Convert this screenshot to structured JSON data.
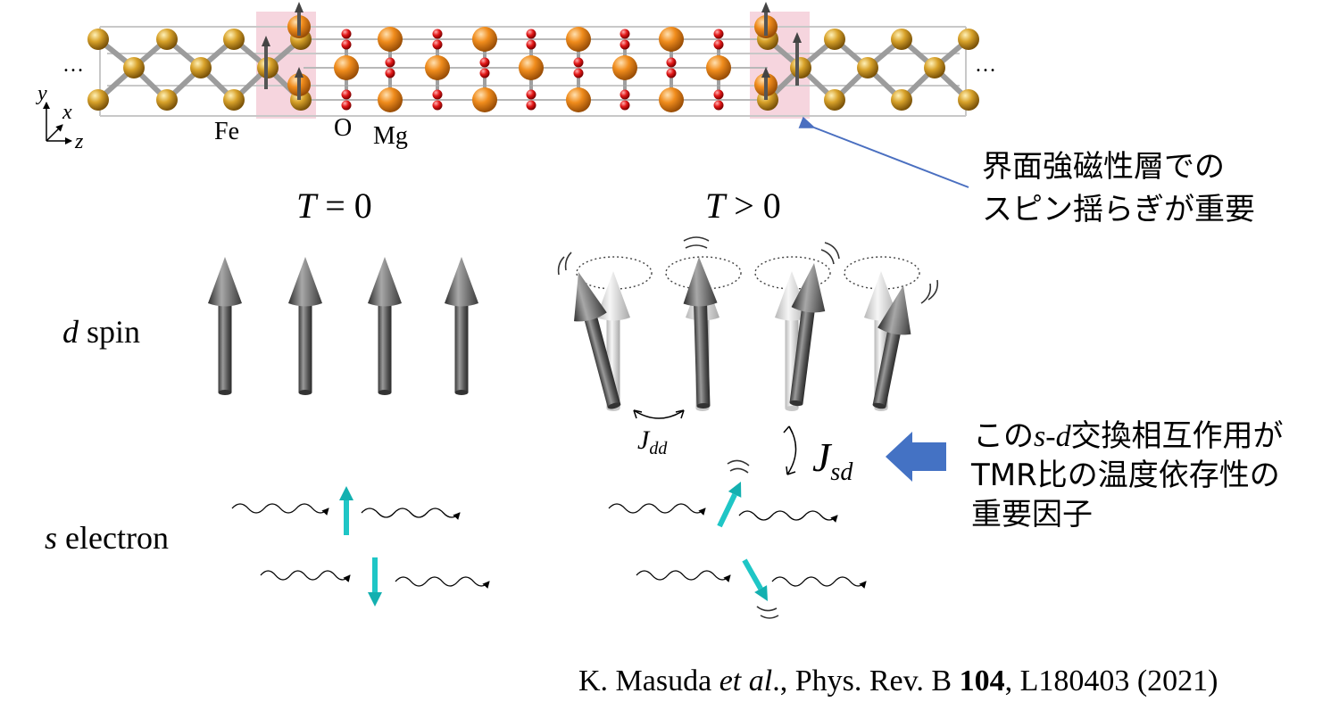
{
  "crystal": {
    "left_ellipsis": "…",
    "right_ellipsis": "…",
    "axis_y": "y",
    "axis_x": "x",
    "axis_z": "z",
    "label_fe": "Fe",
    "label_o": "O",
    "label_mg": "Mg"
  },
  "annotation_interface": {
    "line1": "界面強磁性層での",
    "line2": "スピン揺らぎが重要"
  },
  "panels": {
    "t_zero": {
      "var": "T",
      "rel": " = 0"
    },
    "t_pos": {
      "var": "T",
      "rel": " > 0"
    }
  },
  "row_labels": {
    "d_italic": "d",
    "d_rest": " spin",
    "s_italic": "s",
    "s_rest": " electron"
  },
  "couplings": {
    "jdd_main": "J",
    "jdd_sub": "dd",
    "jsd_main": "J",
    "jsd_sub": "sd"
  },
  "annotation_sd": {
    "line1_a": "この",
    "line1_s": "s",
    "line1_dash": "-",
    "line1_d": "d",
    "line1_b": "交換相互作用が",
    "line2": "TMR比の温度依存性の",
    "line3": "重要因子"
  },
  "citation": {
    "authors": "K. Masuda ",
    "etal": "et al",
    "journal": "., Phys. Rev. B ",
    "volume": "104",
    "rest": ", L180403 (2021)"
  },
  "colors": {
    "fe_atom": "#c8921e",
    "mg_atom": "#ee8c1e",
    "o_atom": "#e01a1a",
    "interface_highlight": "#f6d5de",
    "spin_dark": "#555555",
    "spin_light": "#d4d4d4",
    "electron_spin": "#1fc6c6",
    "pointer_line": "#4a6fc0",
    "block_arrow": "#4472c4"
  }
}
